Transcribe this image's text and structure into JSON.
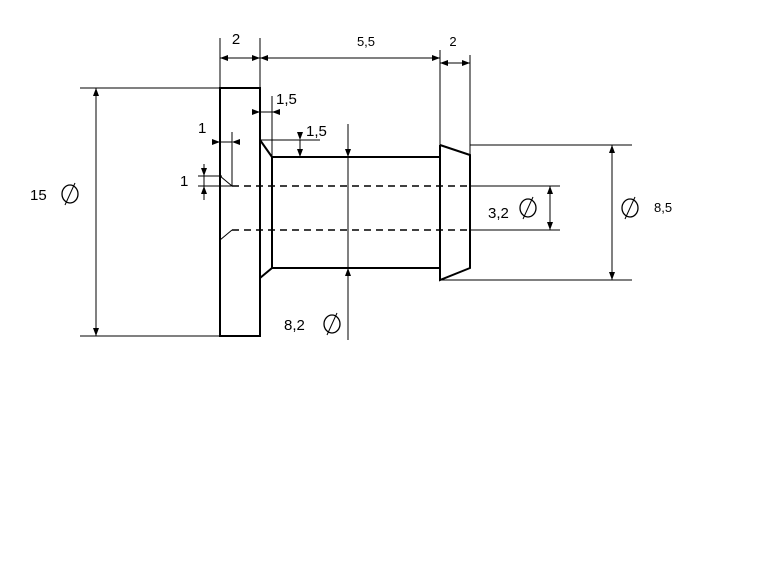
{
  "drawing": {
    "type": "technical-drawing",
    "dimensions": {
      "flange_thickness": "2",
      "shank_length": "5,5",
      "end_length": "2",
      "chamfer_flange_1": "1,5",
      "chamfer_flange_2": "1,5",
      "bore_chamfer_w": "1",
      "bore_chamfer_h": "1",
      "flange_diameter": "15",
      "bore_diameter": "3,2",
      "end_diameter": "8,5",
      "shank_diameter": "8,2"
    },
    "diameter_symbol": "diameter-symbol-icon",
    "line_color": "#000000",
    "background": "#ffffff"
  }
}
